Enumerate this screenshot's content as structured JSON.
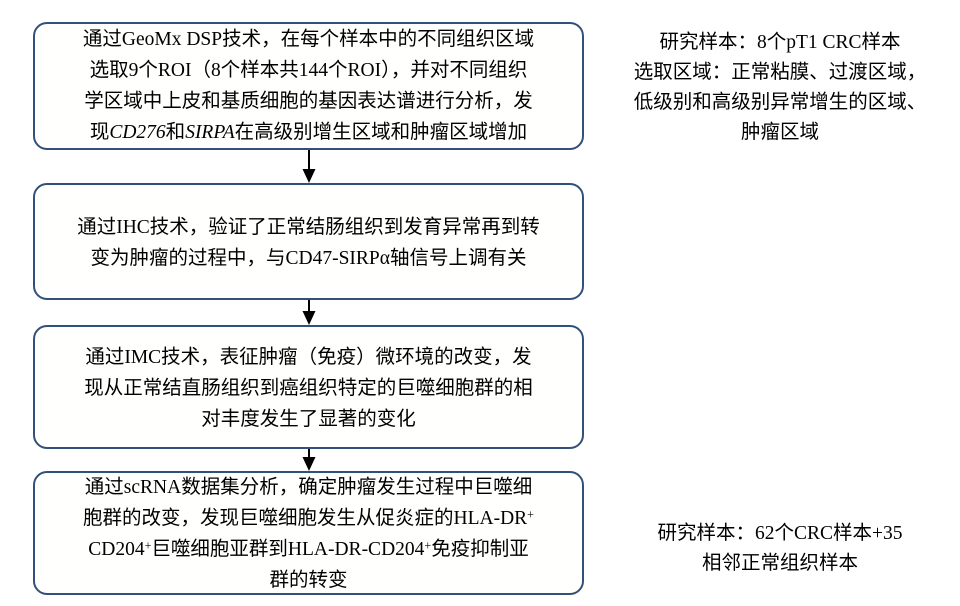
{
  "figure": {
    "type": "flowchart",
    "orientation": "vertical",
    "accent_color": "#33507a",
    "box_fill": "#fffffd",
    "arrow_color": "#000000",
    "text_color": "#000000"
  },
  "boxes": [
    {
      "id": "box-1",
      "order": 1,
      "text": "通过GeoMx DSP技术，在每个样本中的不同组织区域\n选取9个ROI（8个样本共144个ROI），并对不同组织\n学区域中上皮和基质细胞的基因表达谱进行分析，发\n现CD276和SIRPA在高级别增生区域和肿瘤区域增加",
      "italic_terms": [
        "CD276",
        "SIRPA"
      ]
    },
    {
      "id": "box-2",
      "order": 2,
      "text": "通过IHC技术，验证了正常结肠组织到发育异常再到转\n变为肿瘤的过程中，与CD47-SIRPα轴信号上调有关",
      "italic_terms": []
    },
    {
      "id": "box-3",
      "order": 3,
      "text": "通过IMC技术，表征肿瘤（免疫）微环境的改变，发\n现从正常结直肠组织到癌组织特定的巨噬细胞群的相\n对丰度发生了显著的变化",
      "italic_terms": []
    },
    {
      "id": "box-4",
      "order": 4,
      "text": "通过scRNA数据集分析，确定肿瘤发生过程中巨噬细\n胞群的改变，发现巨噬细胞发生从促炎症的HLA-DR⁺\nCD204⁺巨噬细胞亚群到HLA-DR-CD204⁺免疫抑制亚\n群的转变",
      "italic_terms": [],
      "superscript_terms": [
        "HLA-DR+",
        "CD204+"
      ]
    }
  ],
  "connectors": [
    {
      "id": "connector-1",
      "from": "box-1",
      "to": "box-2",
      "glyph": "down-arrow"
    },
    {
      "id": "connector-2",
      "from": "box-2",
      "to": "box-3",
      "glyph": "down-arrow"
    },
    {
      "id": "connector-3",
      "from": "box-3",
      "to": "box-4",
      "glyph": "down-arrow"
    }
  ],
  "side_notes": [
    {
      "id": "side-note-top",
      "attached_to": "box-1",
      "text": "研究样本：8个pT1 CRC样本\n选取区域：正常粘膜、过渡区域，\n低级别和高级别异常增生的区域、\n肿瘤区域"
    },
    {
      "id": "side-note-bottom",
      "attached_to": "box-4",
      "text": "研究样本：62个CRC样本+35\n相邻正常组织样本"
    }
  ]
}
